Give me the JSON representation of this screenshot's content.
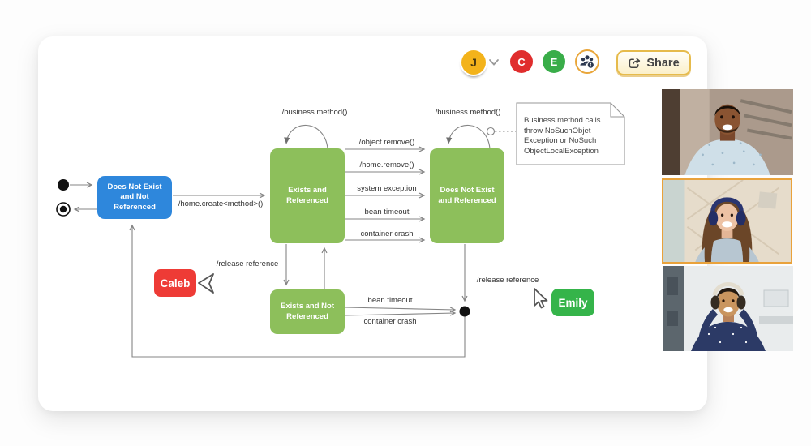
{
  "toolbar": {
    "user_initial": "J",
    "collaborators": [
      {
        "initial": "C",
        "color": "#e02d2d"
      },
      {
        "initial": "E",
        "color": "#39ad49"
      }
    ],
    "share_label": "Share"
  },
  "diagram": {
    "states": {
      "start": "Does Not Exist and Not Referenced",
      "exists_ref": "Exists and Referenced",
      "not_exist_ref": "Does Not Exist and Referenced",
      "exists_not_ref": "Exists and Not Referenced"
    },
    "labels": {
      "business_method_left": "/business method()",
      "business_method_right": "/business method()",
      "home_create": "/home.create<method>()",
      "object_remove": "/object.remove()",
      "home_remove": "/home.remove()",
      "system_exception": "system exception",
      "bean_timeout_top": "bean timeout",
      "container_crash_top": "container crash",
      "release_reference_left": "/release reference",
      "bean_timeout_bottom": "bean timeout",
      "container_crash_bottom": "container crash",
      "release_reference_right": "/release reference"
    },
    "note_text": "Business method calls throw NoSuchObjet Exception or NoSuch ObjectLocalException"
  },
  "presence": {
    "users": [
      {
        "name": "Caleb",
        "color": "#ee3b36"
      },
      {
        "name": "Emily",
        "color": "#35b44a"
      }
    ]
  },
  "video_call": {
    "participants": [
      {
        "id": "participant-1",
        "active": false
      },
      {
        "id": "participant-2",
        "active": true
      },
      {
        "id": "participant-3",
        "active": false
      }
    ],
    "active_border_color": "#e9a23b"
  },
  "colors": {
    "state_green": "#8dbf5b",
    "state_blue": "#2e87dc",
    "wire_gray": "#858585",
    "share_accent": "#e6bb4c",
    "avatar_j": "#f3b31b"
  }
}
